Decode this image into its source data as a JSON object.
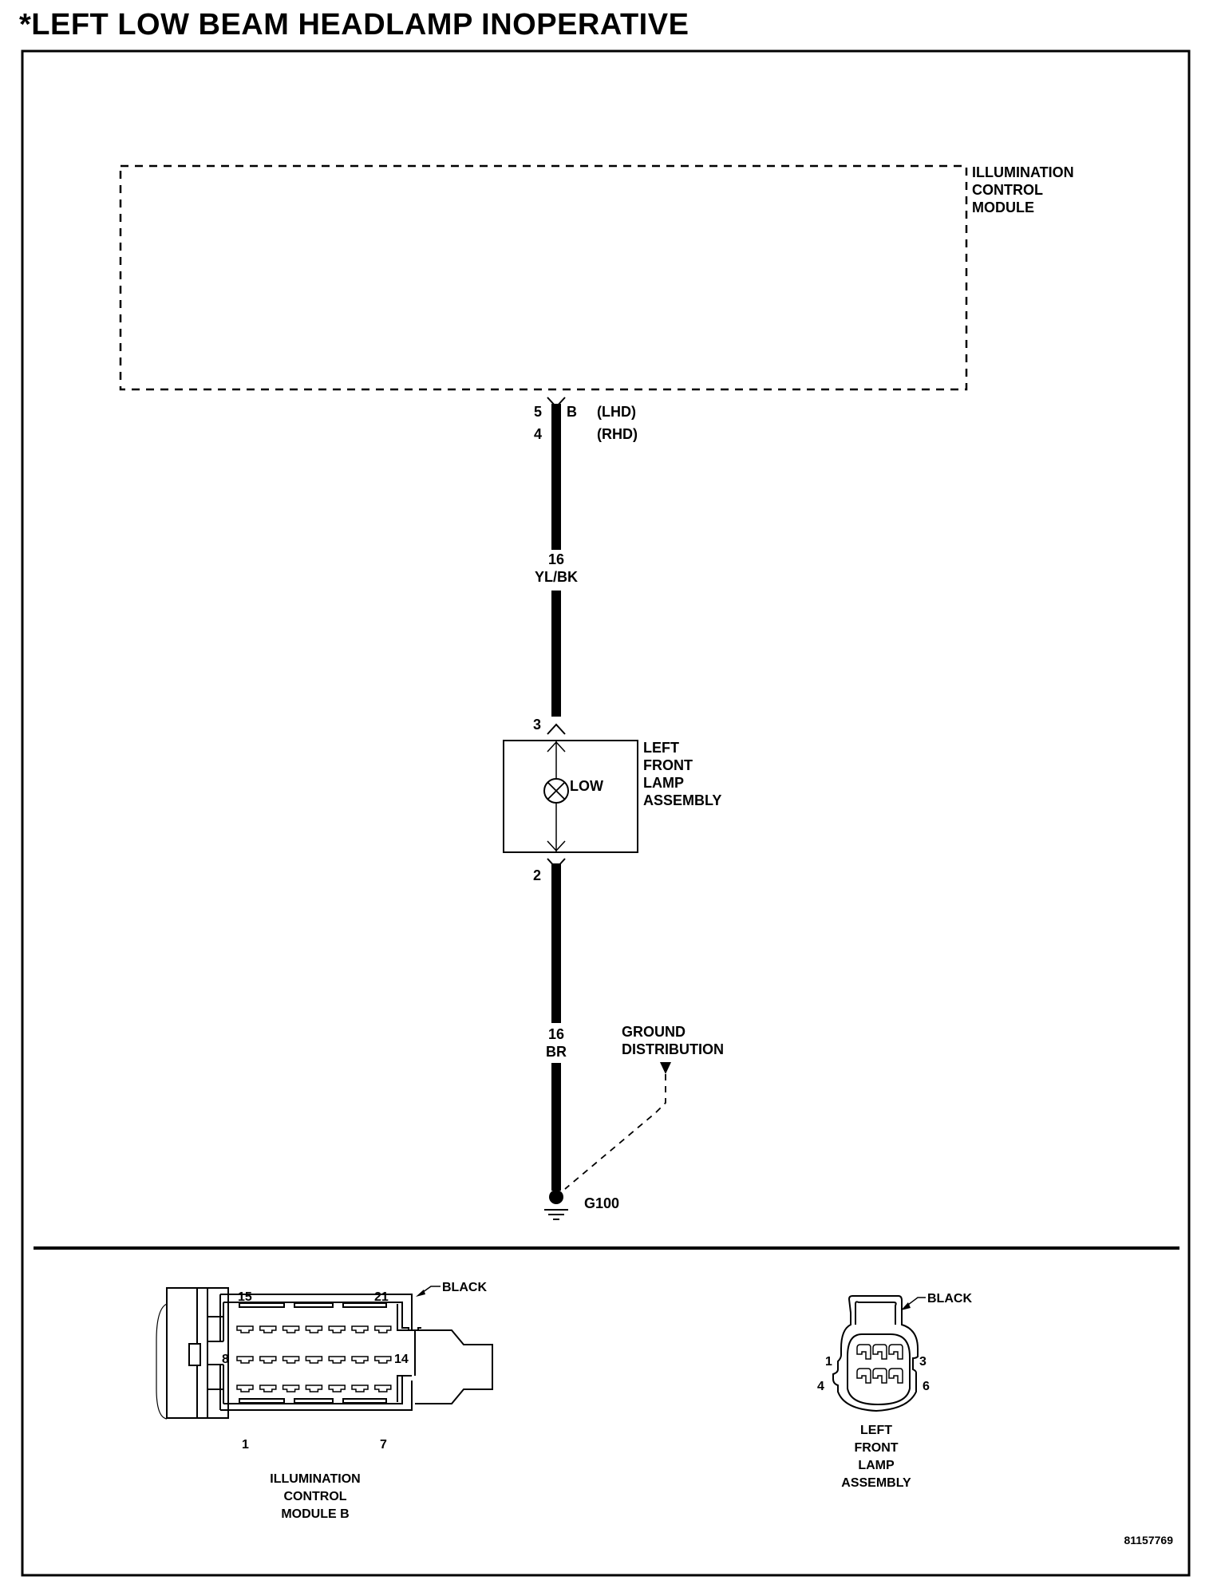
{
  "title": "*LEFT LOW BEAM HEADLAMP INOPERATIVE",
  "modules": {
    "icm": {
      "label_lines": [
        "ILLUMINATION",
        "CONTROL",
        "MODULE"
      ]
    },
    "lamp": {
      "label_lines": [
        "LEFT",
        "FRONT",
        "LAMP",
        "ASSEMBLY"
      ],
      "bulb_label": "LOW"
    }
  },
  "circuit": {
    "icm_pin_lhd": "5",
    "icm_pin_rhd": "4",
    "icm_connector": "B",
    "lhd_note": "(LHD)",
    "rhd_note": "(RHD)",
    "wire1": {
      "gauge": "16",
      "color": "YL/BK"
    },
    "lamp_pin_in": "3",
    "lamp_pin_out": "2",
    "wire2": {
      "gauge": "16",
      "color": "BR"
    },
    "ground_ref_lines": [
      "GROUND",
      "DISTRIBUTION"
    ],
    "ground_label": "G100"
  },
  "connectors": {
    "icm_b": {
      "color_label": "BLACK",
      "pin_labels": {
        "top_left": "15",
        "top_right": "21",
        "mid_left": "8",
        "mid_right": "14",
        "bottom_left": "1",
        "bottom_right": "7"
      },
      "name_lines": [
        "ILLUMINATION",
        "CONTROL",
        "MODULE B"
      ]
    },
    "lamp": {
      "color_label": "BLACK",
      "pin_labels": {
        "top_left": "1",
        "top_right": "3",
        "bottom_left": "4",
        "bottom_right": "6"
      },
      "name_lines": [
        "LEFT",
        "FRONT",
        "LAMP",
        "ASSEMBLY"
      ]
    }
  },
  "figure_id": "81157769"
}
